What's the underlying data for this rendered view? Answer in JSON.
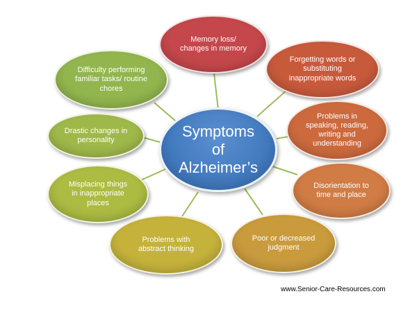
{
  "center": {
    "label": "Symptoms\nof\nAlzheimer’s",
    "color": "#3f77bc"
  },
  "symptoms": [
    {
      "label": "Memory loss/\nchanges in memory",
      "color": "#c4474b"
    },
    {
      "label": "Forgetting words or\nsubstituting\ninappropriate words",
      "color": "#c85a3c"
    },
    {
      "label": "Problems in\nspeaking, reading,\nwriting and\nunderstanding",
      "color": "#cc6a3e"
    },
    {
      "label": "Disorientation to\ntime and place",
      "color": "#d07c44"
    },
    {
      "label": "Poor or decreased\njudgment",
      "color": "#c99b3d"
    },
    {
      "label": "Problems with\nabstract thinking",
      "color": "#c4b23b"
    },
    {
      "label": "Misplacing things\nin inappropriate\nplaces",
      "color": "#acbb42"
    },
    {
      "label": "Drastic changes in\npersonality",
      "color": "#9fb84a"
    },
    {
      "label": "Difficulty performing\nfamiliar tasks/ routine\nchores",
      "color": "#92b54e"
    }
  ],
  "connector_color": "#9bbb59",
  "footer": "www.Senior-Care-Resources.com"
}
